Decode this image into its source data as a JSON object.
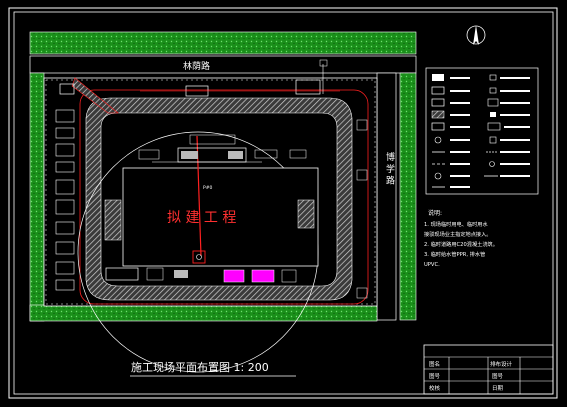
{
  "labels": {
    "road_top": "林荫路",
    "road_right": "博 学 路",
    "building": "拟 建 工 程",
    "title": "施工现场平面布置图 1: 200",
    "small_building_mark": "P#0"
  },
  "notes": {
    "heading": "说明:",
    "lines": [
      "1. 现场临时用电、临时用水",
      "接驳现场业主指定地点接入。",
      "2. 临时道路用C20混凝土浇筑。",
      "3. 临时给水管PPR, 排水管",
      "UPVC."
    ]
  },
  "title_block": {
    "rows": [
      [
        "图名",
        "",
        "排布设计"
      ],
      [
        "图号",
        "",
        "图号"
      ],
      [
        "校核",
        "",
        "日期"
      ]
    ]
  },
  "colors": {
    "background": "#000000",
    "line": "#ffffff",
    "green": "#1f9f1f",
    "hatch": "#c8c8c8",
    "red": "#ff2020",
    "magenta": "#ff00ff"
  },
  "icons": [
    "north-arrow-icon",
    "legend-symbols"
  ]
}
